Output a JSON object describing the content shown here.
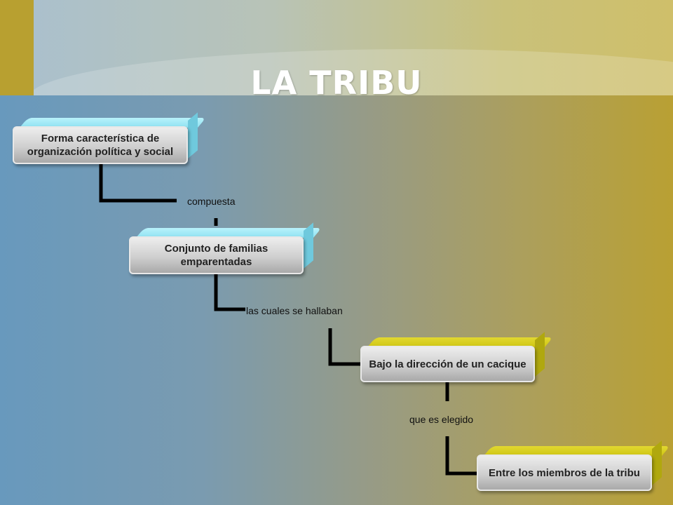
{
  "slide": {
    "title": "LA TRIBU"
  },
  "diagram": {
    "nodes": [
      {
        "id": "n1",
        "text": "Forma característica de organización política y social",
        "color": "cyan"
      },
      {
        "id": "n2",
        "text": "Conjunto de familias emparentadas",
        "color": "cyan"
      },
      {
        "id": "n3",
        "text": "Bajo la dirección de un cacique",
        "color": "yellow"
      },
      {
        "id": "n4",
        "text": "Entre los miembros de la tribu",
        "color": "yellow"
      }
    ],
    "edge_labels": [
      {
        "from": "n1",
        "to": "n2",
        "text": "compuesta"
      },
      {
        "from": "n2",
        "to": "n3",
        "text": "las cuales se hallaban"
      },
      {
        "from": "n3",
        "to": "n4",
        "text": "que es elegido"
      }
    ]
  }
}
